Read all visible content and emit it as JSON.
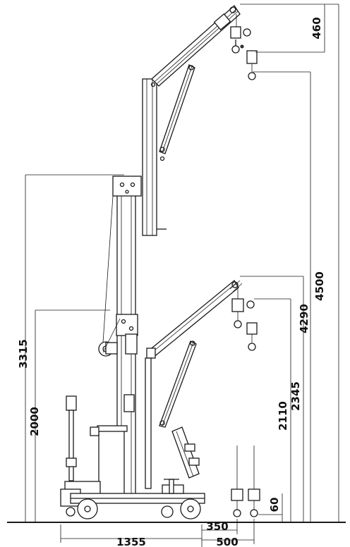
{
  "dimensions": {
    "d460": "460",
    "d4500": "4500",
    "d4290": "4290",
    "d3315": "3315",
    "d2000": "2000",
    "d2345": "2345",
    "d2110": "2110",
    "d60": "60",
    "d350": "350",
    "d500": "500",
    "d1355": "1355"
  }
}
